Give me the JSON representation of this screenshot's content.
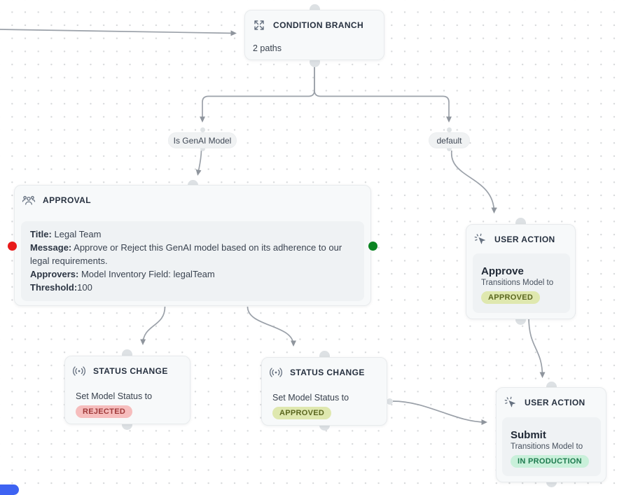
{
  "canvas": {
    "background": "#ffffff",
    "dot_color": "#d6d8da",
    "edge_color": "#9ba1a9"
  },
  "condition_branch": {
    "title": "CONDITION BRANCH",
    "paths_label": "2 paths",
    "icon": "expand-arrows-icon"
  },
  "branch_labels": {
    "is_genai": "Is GenAI Model",
    "default": "default"
  },
  "approval": {
    "title": "APPROVAL",
    "icon": "users-group-icon",
    "fields": [
      {
        "label": "Title:",
        "value": " Legal Team"
      },
      {
        "label": "Message:",
        "value": " Approve or Reject this GenAI model based on its adherence to our legal requirements."
      },
      {
        "label": "Approvers:",
        "value": " Model Inventory Field: legalTeam"
      },
      {
        "label": "Threshold:",
        "value": "100"
      }
    ]
  },
  "user_action_approve": {
    "title": "USER ACTION",
    "icon": "cursor-click-icon",
    "action": "Approve",
    "transition_text": "Transitions Model to",
    "badge": "APPROVED",
    "badge_bg": "#dfe8af",
    "badge_color": "#5a661f"
  },
  "status_change_rejected": {
    "title": "STATUS CHANGE",
    "icon": "broadcast-icon",
    "body": "Set Model Status to",
    "badge": "REJECTED",
    "badge_bg": "#f6bdbd",
    "badge_color": "#a03a3a"
  },
  "status_change_approved": {
    "title": "STATUS CHANGE",
    "icon": "broadcast-icon",
    "body": "Set Model Status to",
    "badge": "APPROVED",
    "badge_bg": "#dfe8af",
    "badge_color": "#5a661f"
  },
  "user_action_submit": {
    "title": "USER ACTION",
    "icon": "cursor-click-icon",
    "action": "Submit",
    "transition_text": "Transitions Model to",
    "badge": "IN PRODUCTION",
    "badge_bg": "#c9f0da",
    "badge_color": "#1d7a4e"
  },
  "indicators": {
    "error_dot_color": "#e81a1a",
    "success_dot_color": "#0a8421",
    "blue_fragment_color": "#3e63f2"
  }
}
